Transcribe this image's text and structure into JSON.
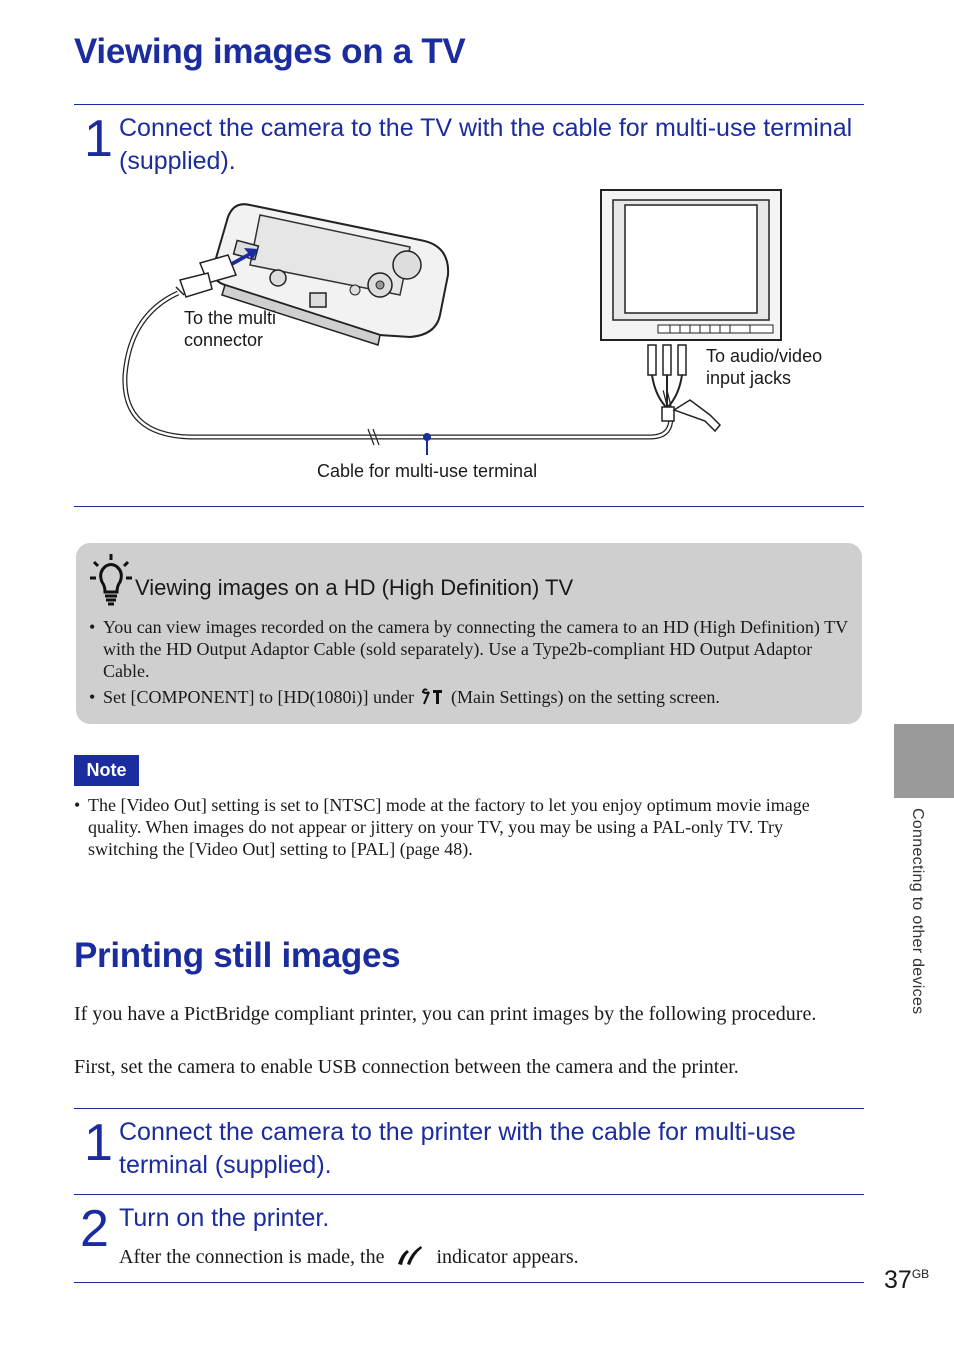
{
  "section1": {
    "title": "Viewing images on a TV",
    "step1": {
      "number": "1",
      "text": "Connect the camera to the TV with the cable for multi-use terminal (supplied)."
    }
  },
  "diagram": {
    "multi_connector_label": "To the multi connector",
    "av_jacks_label": "To audio/video input jacks",
    "cable_label": "Cable for multi-use terminal"
  },
  "hint": {
    "icon": "lightbulb-icon",
    "title": "Viewing images on a HD (High Definition) TV",
    "bullet1": "You can view images recorded on the camera by connecting the camera to an HD (High Definition) TV with the HD Output Adaptor Cable (sold separately). Use a Type2b-compliant HD Output Adaptor Cable.",
    "bullet2_before": "Set [COMPONENT] to [HD(1080i)] under",
    "bullet2_after": "(Main Settings) on the setting screen.",
    "settings_icon": "main-settings-icon"
  },
  "note": {
    "label": "Note",
    "bullet1": "The [Video Out] setting is set to [NTSC] mode at the factory to let you enjoy optimum movie image quality. When images do not appear or jittery on your TV, you may be using a PAL-only TV. Try switching the [Video Out] setting to [PAL] (page 48)."
  },
  "section2": {
    "title": "Printing still images",
    "intro1": "If you have a PictBridge compliant printer, you can print images by the following procedure.",
    "intro2": "First, set the camera to enable USB connection between the camera and the printer.",
    "step1": {
      "number": "1",
      "text": "Connect the camera to the printer with the cable for multi-use terminal (supplied)."
    },
    "step2": {
      "number": "2",
      "text": "Turn on the printer.",
      "detail_before": "After the connection is made, the",
      "detail_after": "indicator appears.",
      "indicator_icon": "pictbridge-indicator-icon"
    }
  },
  "sidebar": {
    "section_label": "Connecting to other devices"
  },
  "footer": {
    "page_number": "37",
    "region": "GB"
  },
  "colors": {
    "accent": "#1b2c9e",
    "hint_background": "#cfcfcf",
    "tab_gray": "#9a9a9a"
  }
}
